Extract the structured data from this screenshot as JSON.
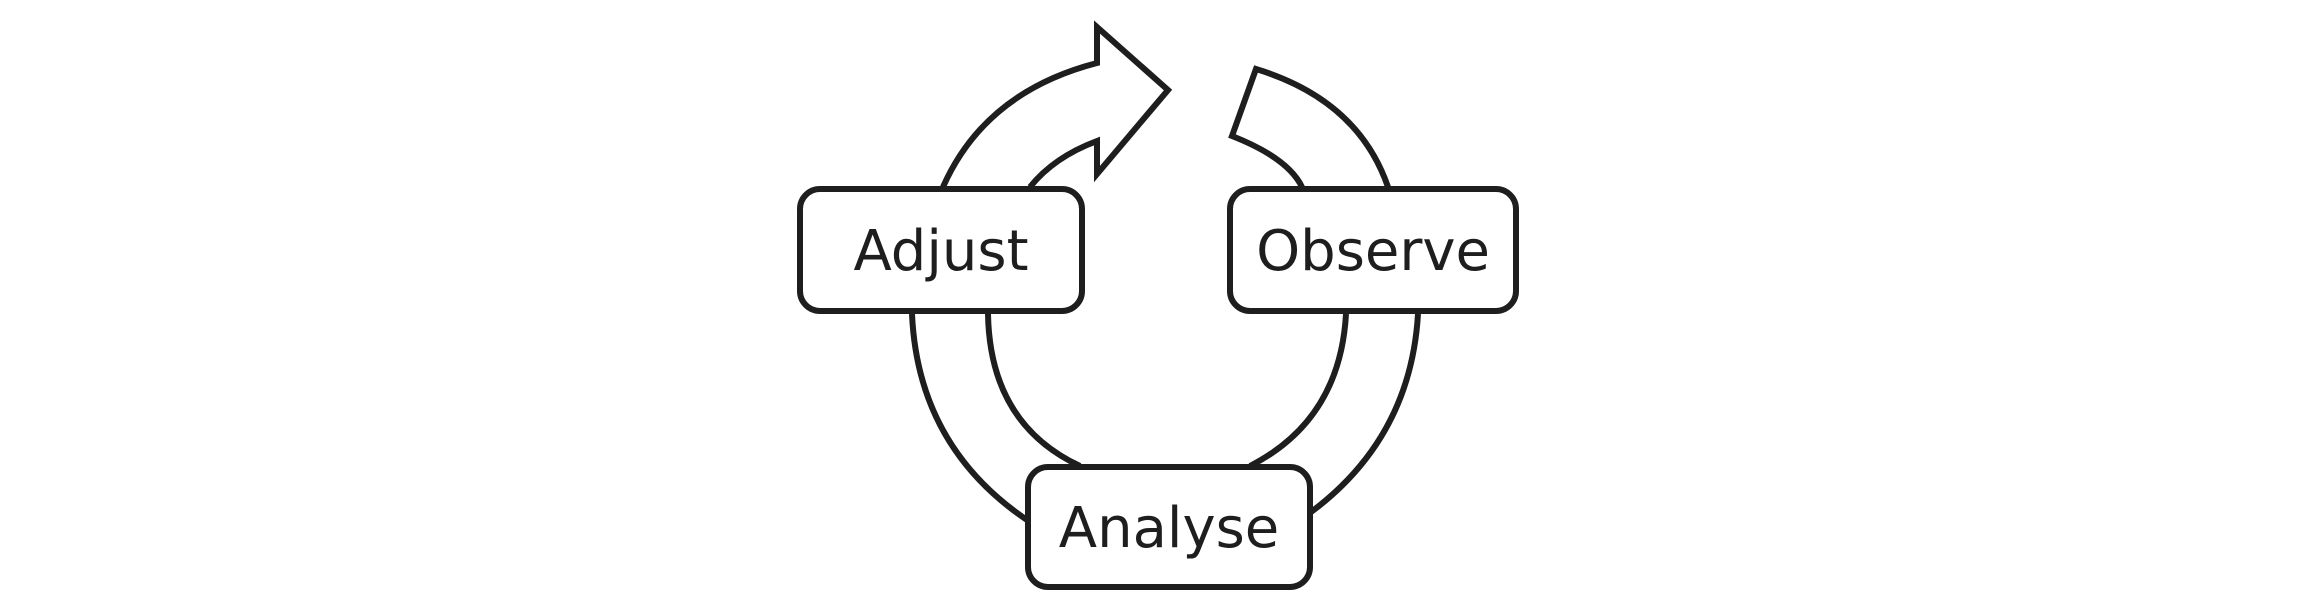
{
  "diagram": {
    "stages": {
      "adjust": "Adjust",
      "observe": "Observe",
      "analyse": "Analyse"
    },
    "colors": {
      "stroke": "#1e1e1e",
      "fill": "#ffffff"
    }
  }
}
